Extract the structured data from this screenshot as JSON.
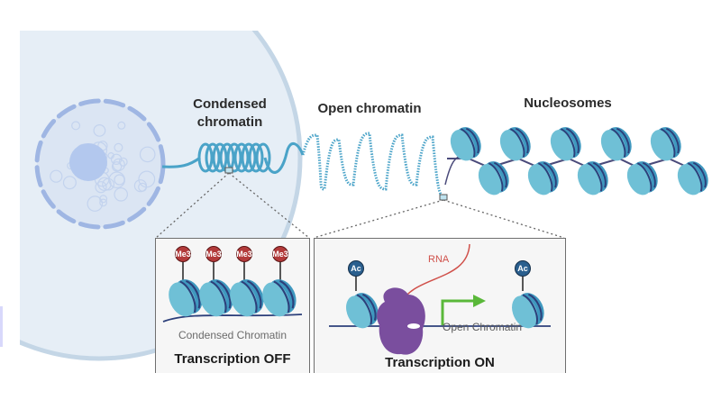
{
  "labels": {
    "condensed_chromatin": [
      "Condensed",
      "chromatin"
    ],
    "open_chromatin": "Open chromatin",
    "nucleosomes": "Nucleosomes"
  },
  "inset_off": {
    "marks": [
      "Me3",
      "Me3",
      "Me3",
      "Me3"
    ],
    "subtitle": "Condensed Chromatin",
    "title": "Transcription OFF"
  },
  "inset_on": {
    "marks": [
      "Ac",
      "Ac"
    ],
    "rna_label": "RNA",
    "subtitle": "Open Chromatin",
    "title": "Transcription ON"
  },
  "colors": {
    "cell_fill": "#e6eef6",
    "cell_edge": "#c4d6e6",
    "nucleus_fill": "#dbe5f3",
    "nucleus_edge": "#9fb6e3",
    "nucleolus": "#b3c8ee",
    "chromatin": "#4aa3c8",
    "nucleosome_light": "#6fc0d6",
    "nucleosome_dark": "#3f98bf",
    "dna_wrap": "#2c3f7a",
    "linker": "#4a4a7a",
    "me3": "#b23a3a",
    "ac": "#2a5f8e",
    "rna": "#d0504a",
    "polymerase": "#7a4e9e",
    "tss_arrow": "#5ab83a"
  }
}
